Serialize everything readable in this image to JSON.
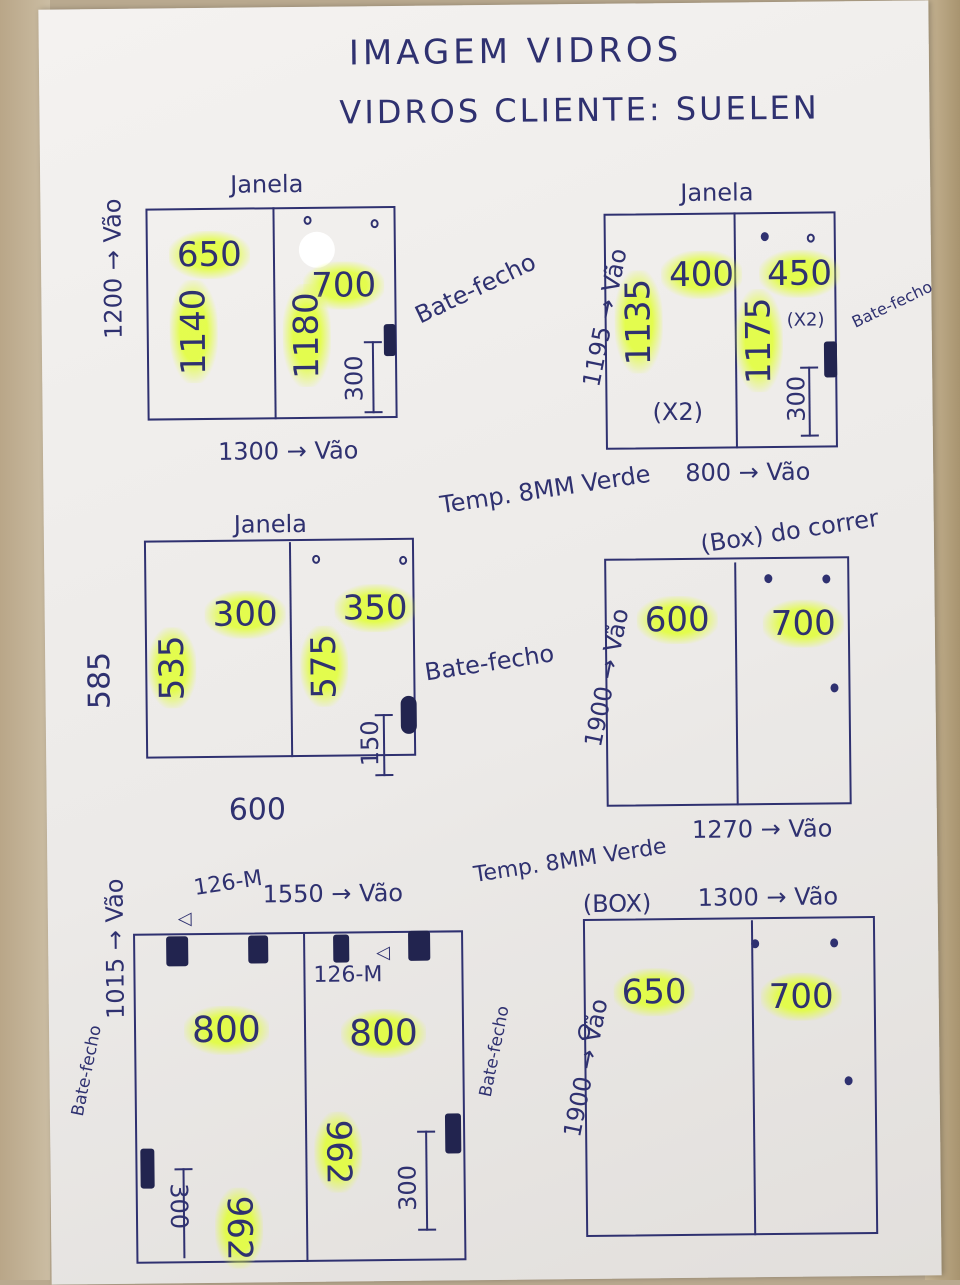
{
  "title_line_1": "IMAGEM VIDROS",
  "title_line_2": "VIDROS CLIENTE: SUELEN",
  "note_temp_1": "Temp. 8MM Verde",
  "note_temp_2": "Temp. 8MM Verde",
  "drawings": {
    "d1": {
      "label": "Janela",
      "height_vao": "1200 → Vão",
      "width_vao": "1300 → Vão",
      "panel_left_width": "650",
      "panel_left_height": "1140",
      "panel_right_width": "700",
      "panel_right_height": "1180",
      "lock_height": "300",
      "lock_label": "Bate-fecho"
    },
    "d2": {
      "label": "Janela",
      "height_vao": "1195 → Vão",
      "width_vao": "800 → Vão",
      "panel_left_width": "400",
      "panel_left_height": "1135",
      "panel_left_qty": "(X2)",
      "panel_right_width": "450",
      "panel_right_height": "1175",
      "panel_right_qty": "(X2)",
      "lock_height": "300",
      "lock_label": "Bate-fecho"
    },
    "d3": {
      "label": "Janela",
      "height_vao": "585",
      "width_vao": "600",
      "panel_left_width": "300",
      "panel_left_height": "535",
      "panel_right_width": "350",
      "panel_right_height": "575",
      "lock_height": "150",
      "lock_label": "Bate-fecho"
    },
    "d4": {
      "label": "(Box) do correr",
      "height_vao": "1900 → Vão",
      "width_vao": "1270 → Vão",
      "panel_left_width": "600",
      "panel_right_width": "700"
    },
    "d5": {
      "height_vao": "1015 → Vão",
      "width_vao": "1550 → Vão",
      "hardware_1": "126-M",
      "hardware_2": "126-M",
      "panel_left_width": "800",
      "panel_left_height": "962",
      "panel_right_width": "800",
      "panel_right_height": "962",
      "lock_height_left": "300",
      "lock_height_right": "300",
      "lock_label_left": "Bate-fecho",
      "lock_label_right": "Bate-fecho"
    },
    "d6": {
      "label": "(BOX)",
      "height_vao": "1900 → Vão",
      "width_vao": "1300 → Vão",
      "panel_left_width": "650",
      "panel_right_width": "700"
    }
  }
}
